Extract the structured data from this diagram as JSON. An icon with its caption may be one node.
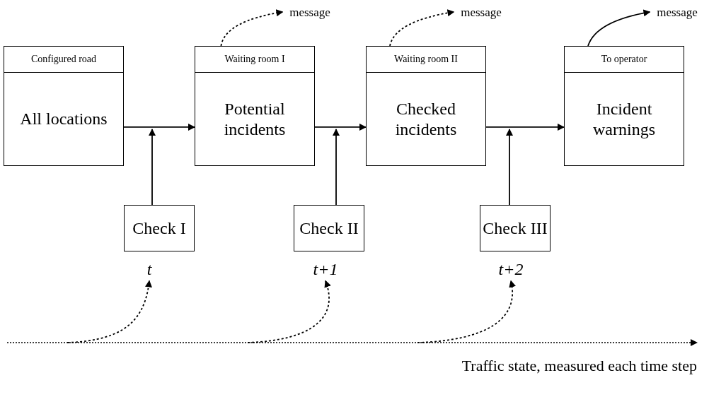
{
  "diagram": {
    "nodes": [
      {
        "text": [
          "Configured road",
          "All locations"
        ]
      },
      {
        "text": [
          "Waiting room I",
          "Potential incidents"
        ]
      },
      {
        "text": [
          "Waiting room II",
          "Checked incidents"
        ]
      },
      {
        "text": [
          "To operator",
          "Incident warnings"
        ]
      },
      {
        "text": [
          "Check I"
        ]
      },
      {
        "text": [
          "Check II"
        ]
      },
      {
        "text": [
          "Check III"
        ]
      },
      {
        "text": [
          "message"
        ]
      },
      {
        "text": [
          "message"
        ]
      },
      {
        "text": [
          "message"
        ]
      },
      {
        "text": [
          "t"
        ]
      },
      {
        "text": [
          "t+1"
        ]
      },
      {
        "text": [
          "t+2"
        ]
      }
    ],
    "edges": [
      {
        "from": 0,
        "to": 1,
        "arrow": "to"
      },
      {
        "from": 1,
        "to": 2,
        "arrow": "to"
      },
      {
        "from": 2,
        "to": 3,
        "arrow": "to"
      },
      {
        "from": 4,
        "to": null,
        "arrow": "to"
      },
      {
        "from": 5,
        "to": null,
        "arrow": "to"
      },
      {
        "from": 6,
        "to": null,
        "arrow": "to"
      },
      {
        "from": 1,
        "to": 7,
        "arrow": "to",
        "style": "dashed"
      },
      {
        "from": 2,
        "to": 8,
        "arrow": "to",
        "style": "dashed"
      },
      {
        "from": 3,
        "to": 9,
        "arrow": "to"
      },
      {
        "from": null,
        "to": 10,
        "arrow": "to",
        "style": "dashed"
      },
      {
        "from": null,
        "to": 11,
        "arrow": "to",
        "style": "dashed"
      },
      {
        "from": null,
        "to": 12,
        "arrow": "to",
        "style": "dashed"
      }
    ],
    "labels": [
      "Traffic state, measured each time step"
    ]
  }
}
